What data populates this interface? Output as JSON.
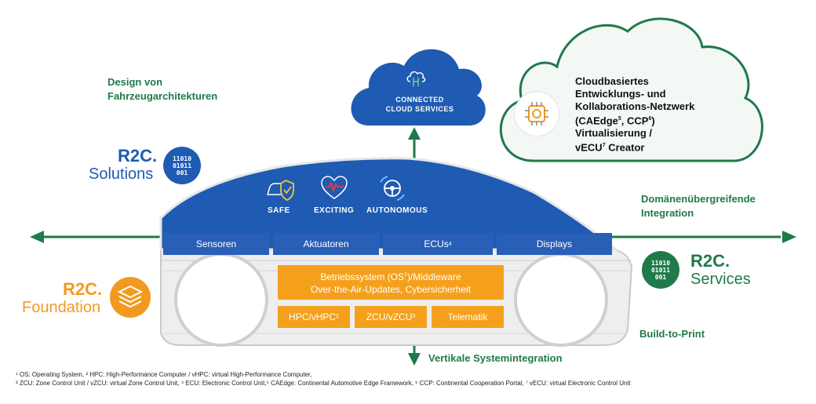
{
  "labels": {
    "design": "Design von Fahrzeugarchitekturen",
    "domain": "Domänenübergreifende Integration",
    "build": "Build-to-Print",
    "vertical": "Vertikale Systemintegration"
  },
  "r2c": {
    "solutions_title": "R2C.",
    "solutions_sub": "Solutions",
    "foundation_title": "R2C.",
    "foundation_sub": "Foundation",
    "services_title": "R2C.",
    "services_sub": "Services",
    "binary_lines": [
      "11010",
      "01011",
      "001"
    ]
  },
  "cloud": {
    "connected_line1": "CONNECTED",
    "connected_line2": "CLOUD SERVICES",
    "dev_line1": "Cloudbasiertes",
    "dev_line2": "Entwicklungs- und",
    "dev_line3": "Kollaborations-Netzwerk",
    "dev_line4a": "(CAEdge",
    "dev_sup1": "5",
    "dev_line4b": ", CCP",
    "dev_sup2": "6",
    "dev_line4c": ")",
    "dev_line5": "Virtualisierung /",
    "dev_line6a": "vECU",
    "dev_sup3": "7",
    "dev_line6b": " Creator"
  },
  "features": {
    "safe": "SAFE",
    "exciting": "EXCITING",
    "autonomous": "AUTONOMOUS"
  },
  "bars": {
    "sensoren": "Sensoren",
    "aktuatoren": "Aktuatoren",
    "ecus": "ECUs",
    "ecus_sup": "4",
    "displays": "Displays"
  },
  "boxes": {
    "os_a": "Betriebssystem (OS",
    "os_sup": "1",
    "os_b": ")/Middleware",
    "ota": "Over-the-Air-Updates, Cybersicherheit",
    "hpc": "HPC/vHPC",
    "hpc_sup": "2",
    "zcu": "ZCU/vZCU",
    "zcu_sup": "3",
    "telematik": "Telematik"
  },
  "footnotes": {
    "line1": "¹ OS: Operating System, ² HPC: High-Performance Computer / vHPC: virtual High-Performance Computer,",
    "line2": "³ ZCU: Zone Control Unit / vZCU: virtual Zone Control Unit, ⁴ ECU: Electronic Control Unit,⁵ CAEdge: Continental Automotive Edge Framework, ⁶ CCP: Continental Cooperation Portal, ⁷ vECU: virtual Electronic Control Unit"
  },
  "colors": {
    "blue": "#1f5bb3",
    "orange": "#f29a1f",
    "green": "#1f7a4a"
  },
  "icons": [
    "safe-shield-icon",
    "heart-pulse-icon",
    "steering-wheel-icon",
    "cloud-network-icon",
    "gear-chip-icon",
    "layers-icon"
  ]
}
